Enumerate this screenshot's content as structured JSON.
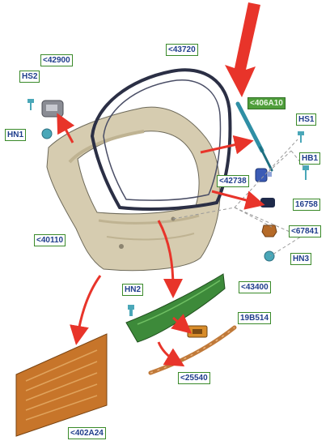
{
  "labels": {
    "l42900": "<42900",
    "l43720": "<43720",
    "hs2": "HS2",
    "hn1_top": "HN1",
    "l406a10": "<406A10",
    "hs1": "HS1",
    "hb1": "HB1",
    "l42738": "<42738",
    "l16758": "16758",
    "l67841": "<67841",
    "hn3": "HN3",
    "l40110": "<40110",
    "l43400": "<43400",
    "hn2": "HN2",
    "l19b514": "19B514",
    "l25540": "<25540",
    "l402a24": "<402A24"
  },
  "colors": {
    "label_border": "#3a8a2a",
    "label_text": "#1f3d8c",
    "highlight_fill": "#4f9e3b",
    "arrow_red": "#e8342a",
    "tailgate_body": "#d6ccb0",
    "trim_green": "#3d8a3a",
    "trim_pad": "#c7752a"
  }
}
